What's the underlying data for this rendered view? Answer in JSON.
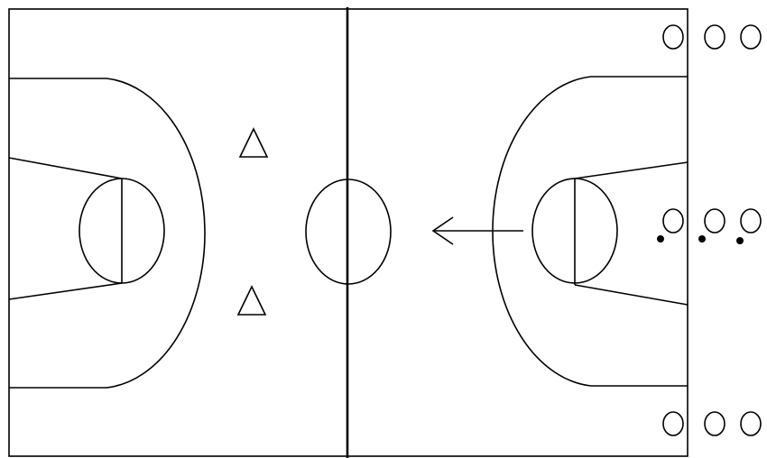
{
  "diagram": {
    "type": "basketball-court-drill",
    "colors": {
      "background": "#ffffff",
      "lines": "#000000"
    },
    "elements": {
      "cones": 2,
      "player_circles": 9,
      "players_with_ball": 3,
      "arrow_direction": "left"
    }
  }
}
